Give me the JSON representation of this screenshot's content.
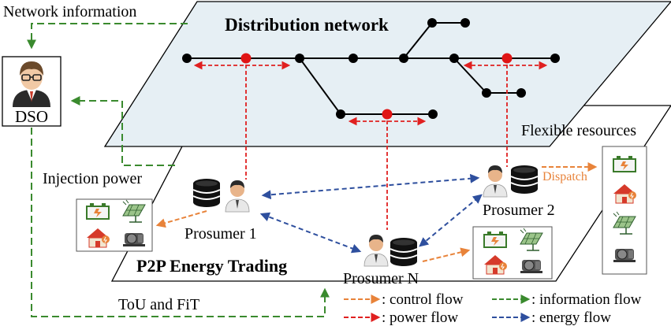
{
  "labels": {
    "network_info": "Network information",
    "distribution_network": "Distribution network",
    "dso": "DSO",
    "flexible_resources": "Flexible resources",
    "injection_power": "Injection power",
    "dispatch": "Dispatch",
    "prosumer_1": "Prosumer 1",
    "prosumer_2": "Prosumer 2",
    "prosumer_n": "Prosumer N",
    "p2p_trading": "P2P Energy Trading",
    "tou_fit": "ToU and FiT"
  },
  "legend": {
    "control_flow": ": control flow",
    "information_flow": ": information flow",
    "power_flow": ": power flow",
    "energy_flow": ": energy  flow"
  },
  "colors": {
    "control_flow": "#E8833A",
    "information_flow": "#3A8A2E",
    "power_flow": "#E02020",
    "energy_flow": "#2E4F9E",
    "network_plane_fill": "#E6EFF4",
    "node": "#000000",
    "power_node": "#E01515"
  },
  "icons": [
    "battery-icon",
    "solar-panel-icon",
    "house-icon",
    "generator-icon",
    "database-icon",
    "person-icon"
  ]
}
